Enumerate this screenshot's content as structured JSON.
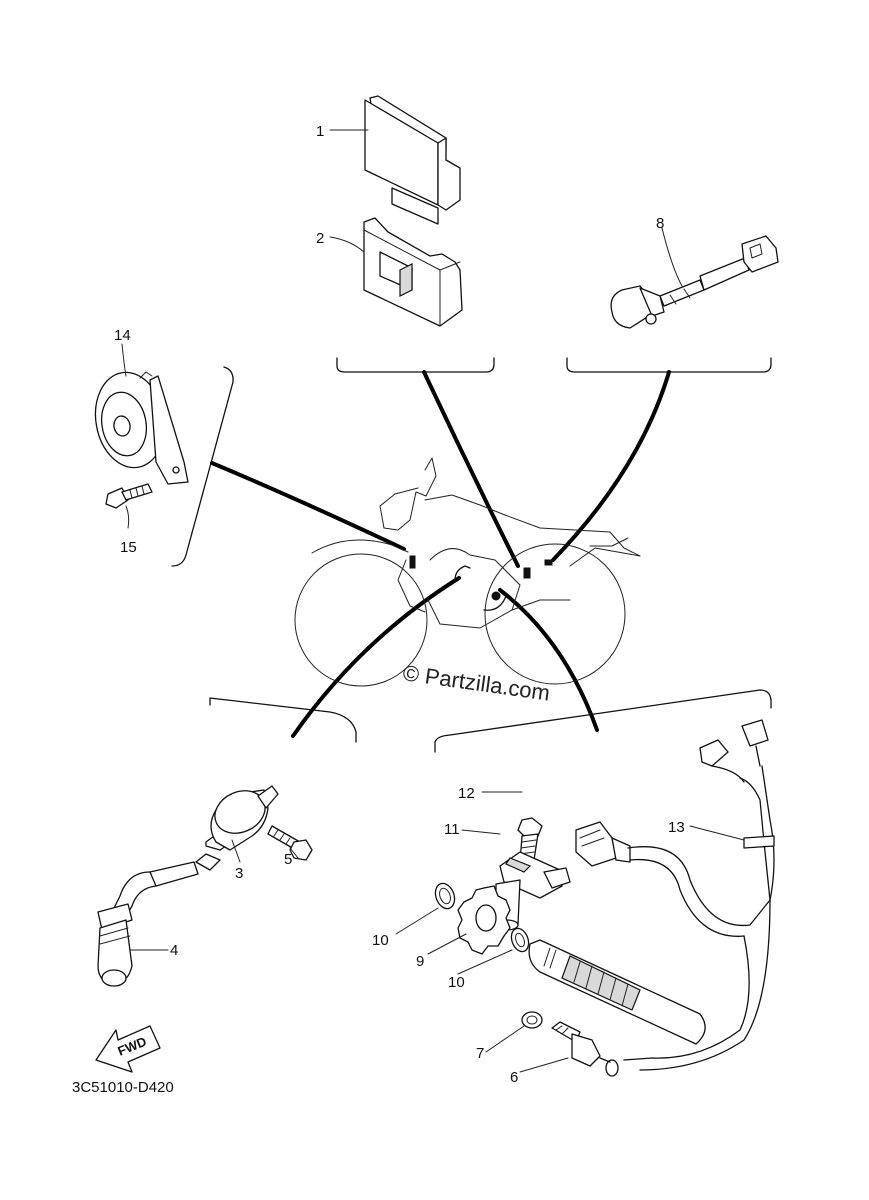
{
  "diagram": {
    "watermark": "© Partzilla.com",
    "code": "3C51010-D420",
    "fwd_label": "FWD",
    "parts": [
      {
        "id": "p1",
        "label": "1",
        "icon": "ecu-unit-icon"
      },
      {
        "id": "p2",
        "label": "2",
        "icon": "ecu-bracket-icon"
      },
      {
        "id": "p3",
        "label": "3",
        "icon": "ignition-coil-icon"
      },
      {
        "id": "p4",
        "label": "4",
        "icon": "spark-plug-cap-icon"
      },
      {
        "id": "p5",
        "label": "5",
        "icon": "bolt-icon"
      },
      {
        "id": "p6",
        "label": "6",
        "icon": "neutral-switch-icon"
      },
      {
        "id": "p7",
        "label": "7",
        "icon": "gasket-icon"
      },
      {
        "id": "p8",
        "label": "8",
        "icon": "lean-angle-sensor-icon"
      },
      {
        "id": "p9",
        "label": "9",
        "icon": "sensor-rotor-icon"
      },
      {
        "id": "p10a",
        "label": "10",
        "icon": "circlip-icon"
      },
      {
        "id": "p10b",
        "label": "10",
        "icon": "circlip-icon"
      },
      {
        "id": "p11",
        "label": "11",
        "icon": "speed-sensor-icon"
      },
      {
        "id": "p12",
        "label": "12",
        "icon": "bolt-icon"
      },
      {
        "id": "p13",
        "label": "13",
        "icon": "sub-wire-harness-icon"
      },
      {
        "id": "p14",
        "label": "14",
        "icon": "horn-icon"
      },
      {
        "id": "p15",
        "label": "15",
        "icon": "bolt-icon"
      }
    ]
  }
}
